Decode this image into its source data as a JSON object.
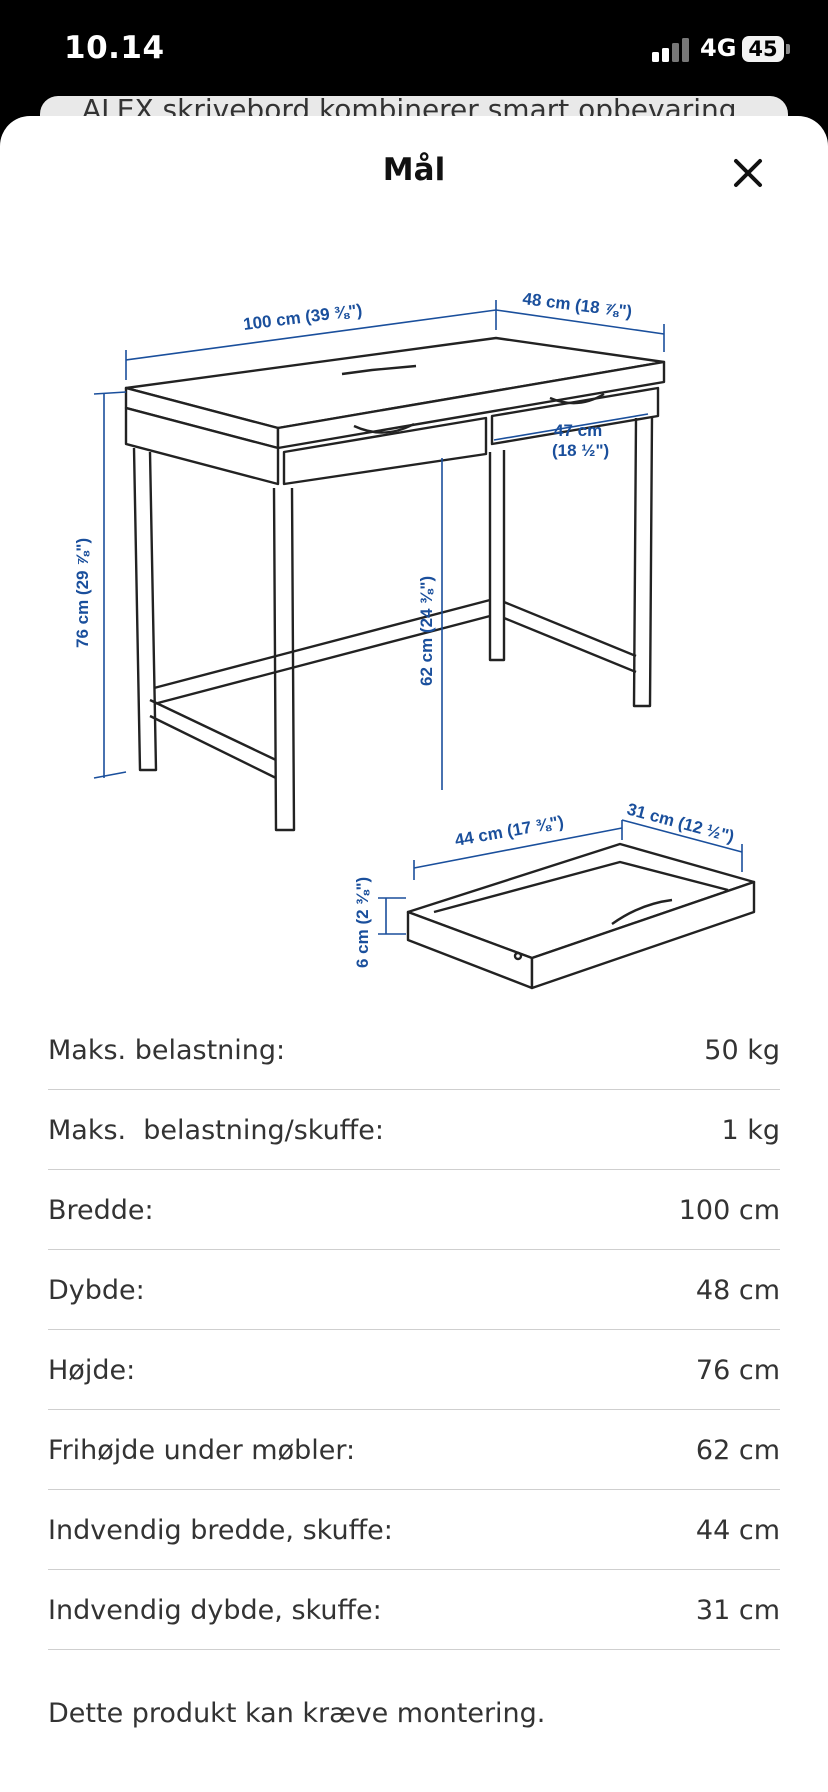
{
  "status_bar": {
    "time": "10.14",
    "network": "4G",
    "battery": "45"
  },
  "background_page": {
    "text": "ALEX skrivebord kombinerer smart opbevaring"
  },
  "sheet": {
    "title": "Mål",
    "close_icon": "close-x-icon"
  },
  "drawing": {
    "width": "100 cm (39 ⅜\")",
    "depth": "48 cm (18 ⅞\")",
    "height": "76 cm (29 ⅞\")",
    "clearance": "62 cm (24 ⅜\")",
    "drawer_opening_line1": "47 cm",
    "drawer_opening_line2": "(18 ½\")",
    "drawer_width": "44 cm (17 ⅜\")",
    "drawer_depth": "31 cm (12 ½\")",
    "drawer_height": "6 cm (2 ⅜\")"
  },
  "specs": [
    {
      "label": "Maks. belastning:",
      "value": "50 kg"
    },
    {
      "label": "Maks.  belastning/skuffe:",
      "value": "1 kg"
    },
    {
      "label": "Bredde:",
      "value": "100 cm"
    },
    {
      "label": "Dybde:",
      "value": "48 cm"
    },
    {
      "label": "Højde:",
      "value": "76 cm"
    },
    {
      "label": "Frihøjde under møbler:",
      "value": "62 cm"
    },
    {
      "label": "Indvendig bredde, skuffe:",
      "value": "44 cm"
    },
    {
      "label": "Indvendig dybde, skuffe:",
      "value": "31 cm"
    }
  ],
  "note": "Dette produkt kan kræve montering.",
  "colors": {
    "dimension_blue": "#1a4f9c"
  }
}
